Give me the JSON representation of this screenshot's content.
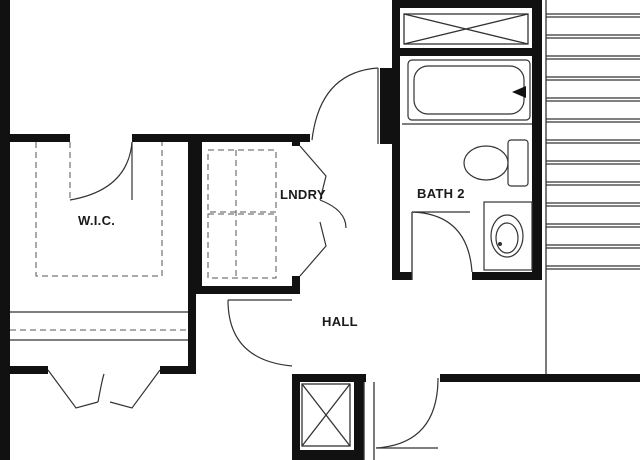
{
  "rooms": {
    "wic": "W.I.C.",
    "laundry": "LNDRY",
    "bath2": "BATH 2",
    "hall": "HALL"
  },
  "colors": {
    "wall": "#111111",
    "line": "#333333",
    "background": "#ffffff"
  }
}
